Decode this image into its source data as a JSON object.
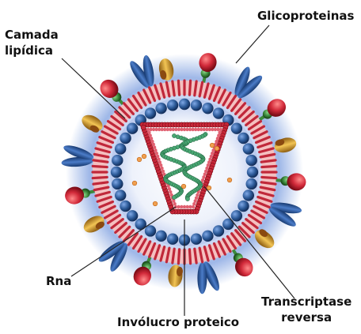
{
  "labels": {
    "camada_lipidica_line1": "Camada",
    "camada_lipidica_line2": "lipídica",
    "glicoproteinas": "Glicoproteinas",
    "rna": "Rna",
    "involucro_proteico": "Invólucro proteico",
    "transcriptase_line1": "Transcriptase",
    "transcriptase_line2": "reversa"
  },
  "colors": {
    "background": "#ffffff",
    "halo": "#7fa0e0",
    "lipid_outer": "#c0283a",
    "protein_shell": "#2c5a98",
    "capsid": "#c8283a",
    "rna": "#4aa874",
    "gp120_red": "#d22a3a",
    "gp41_green": "#3c8a3c",
    "blue_spike": "#2d5fa8",
    "yellow_spike": "#d9a42a",
    "enzyme": "#f0a050",
    "leader_line": "#222222"
  }
}
